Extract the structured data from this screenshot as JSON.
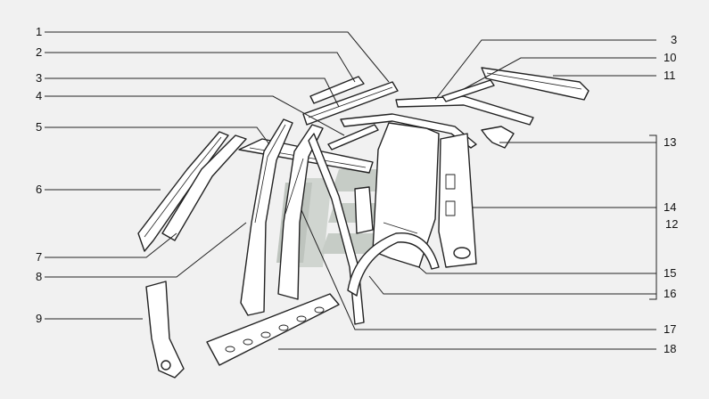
{
  "watermark": {
    "shape": "stylized-road-logo",
    "colors": [
      "#c9cfc9",
      "#b5bdb5"
    ]
  },
  "callouts_left": [
    {
      "id": "c1",
      "text": "1"
    },
    {
      "id": "c2",
      "text": "2"
    },
    {
      "id": "c3l",
      "text": "3"
    },
    {
      "id": "c4",
      "text": "4"
    },
    {
      "id": "c5",
      "text": "5"
    },
    {
      "id": "c6",
      "text": "6"
    },
    {
      "id": "c7",
      "text": "7"
    },
    {
      "id": "c8",
      "text": "8"
    },
    {
      "id": "c9",
      "text": "9"
    }
  ],
  "callouts_right": [
    {
      "id": "c3r",
      "text": "3"
    },
    {
      "id": "c10",
      "text": "10"
    },
    {
      "id": "c11",
      "text": "11"
    },
    {
      "id": "c13",
      "text": "13"
    },
    {
      "id": "c14",
      "text": "14"
    },
    {
      "id": "c12",
      "text": "12"
    },
    {
      "id": "c15",
      "text": "15"
    },
    {
      "id": "c16",
      "text": "16"
    },
    {
      "id": "c17",
      "text": "17"
    },
    {
      "id": "c18",
      "text": "18"
    }
  ]
}
